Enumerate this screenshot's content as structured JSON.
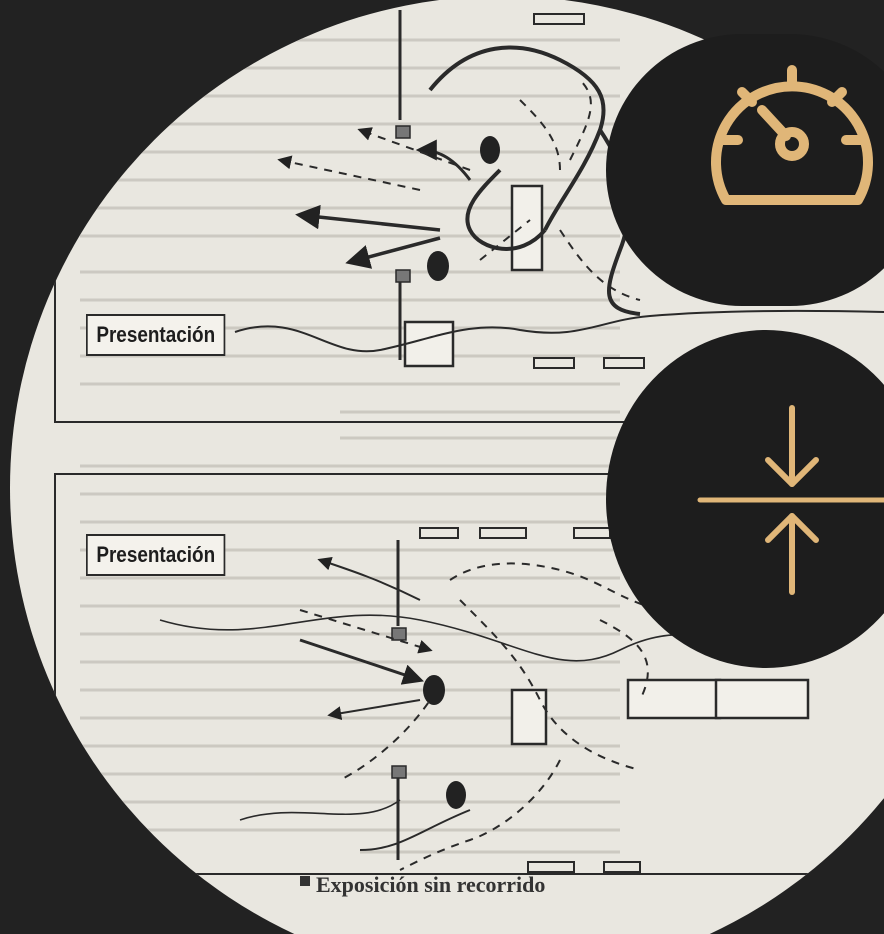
{
  "document": {
    "labels": [
      "Presentación",
      "Presentación"
    ],
    "caption": "Exposición sin recorrido"
  },
  "controls": {
    "speed": {
      "icon": "speedometer-icon"
    },
    "compress": {
      "icon": "compress-vertical-icon"
    }
  },
  "colors": {
    "background": "#222222",
    "panel": "#1d1d1d",
    "accent": "#e0b678",
    "paper": "#e9e7e0",
    "ink": "#2a2a2a"
  }
}
